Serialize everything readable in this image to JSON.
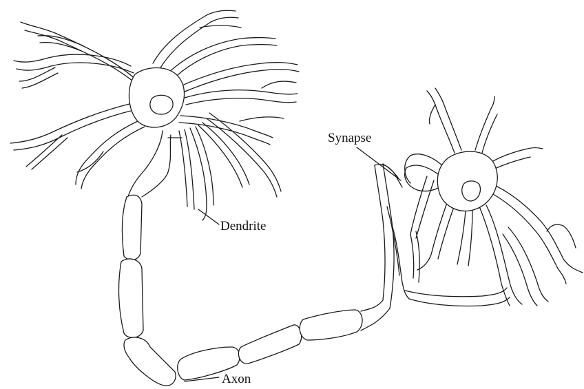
{
  "labels": {
    "synapse": "Synapse",
    "dendrite": "Dendrite",
    "axon": "Axon"
  },
  "colors": {
    "line": "#1a1a1a",
    "background": "#ffffff"
  }
}
